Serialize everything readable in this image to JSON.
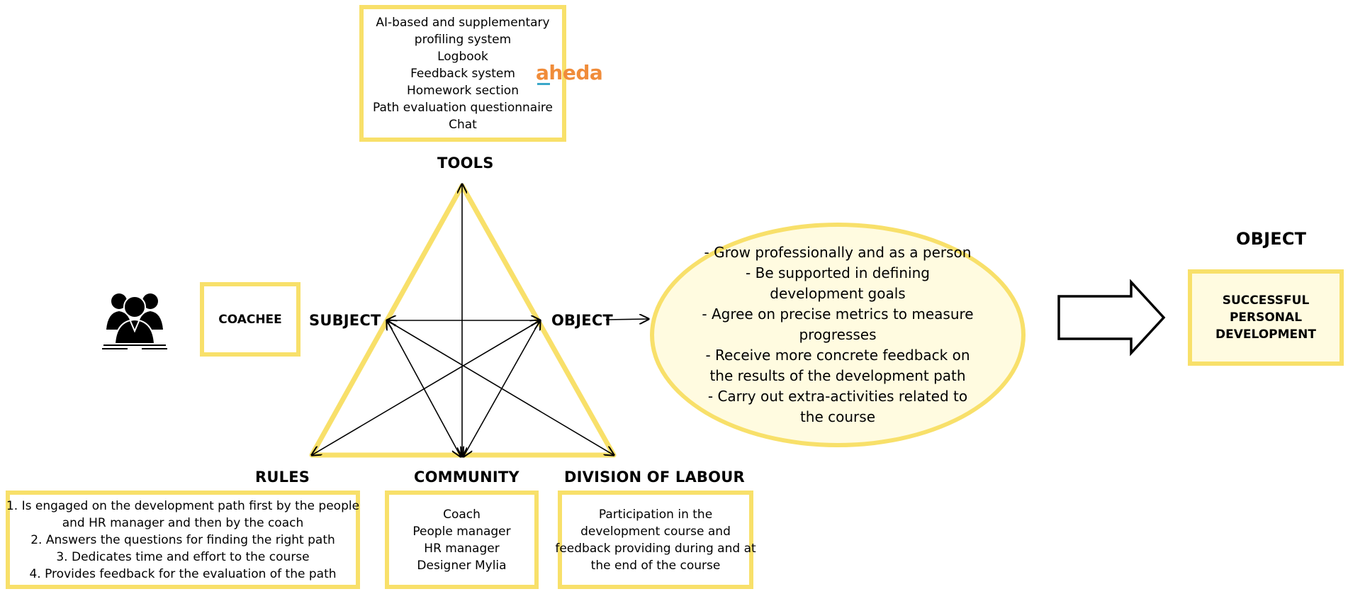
{
  "tools": {
    "label": "TOOLS",
    "items": [
      "AI-based and supplementary",
      "profiling system",
      "Logbook",
      "Feedback system",
      "Homework section",
      "Path evaluation questionnaire",
      "Chat"
    ],
    "logo_text": "aheda"
  },
  "subject": {
    "label": "SUBJECT",
    "box_text": "COACHEE",
    "icon": "people-group-icon"
  },
  "object": {
    "label": "OBJECT",
    "goals": [
      "- Grow professionally and as a person",
      "- Be supported in defining",
      "development goals",
      "- Agree on precise metrics to measure",
      "progresses",
      "- Receive more concrete feedback on",
      "the results of the development path",
      "- Carry out extra-activities related to",
      "the course"
    ]
  },
  "outcome": {
    "label": "OBJECT",
    "lines": [
      "SUCCESSFUL",
      "PERSONAL",
      "DEVELOPMENT"
    ]
  },
  "rules": {
    "label": "RULES",
    "items": [
      "1. Is engaged on the development path first by the people",
      "and HR manager and then by the coach",
      "2. Answers the questions for finding the right path",
      "3. Dedicates time and effort to the course",
      "4. Provides feedback for the evaluation of the path"
    ]
  },
  "community": {
    "label": "COMMUNITY",
    "items": [
      "Coach",
      "People manager",
      "HR manager",
      "Designer Mylia"
    ]
  },
  "division_of_labour": {
    "label": "DIVISION OF LABOUR",
    "items": [
      "Participation in the",
      "development course and",
      "feedback providing during and at",
      "the end of the course"
    ]
  },
  "colors": {
    "accent_yellow": "#f8e06a",
    "ellipse_fill": "#fffbe0",
    "logo_orange": "#f08c3a",
    "logo_blue": "#3aa7c9"
  }
}
